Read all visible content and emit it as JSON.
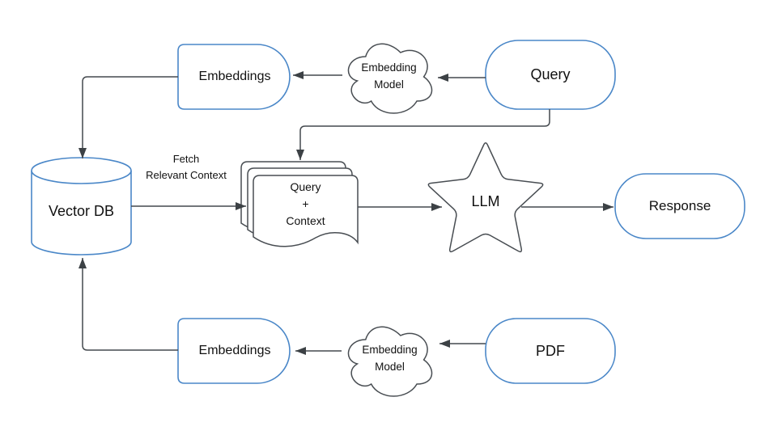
{
  "colors": {
    "background": "#ffffff",
    "node_border_blue": "#4a87c8",
    "shape_border_gray": "#484d52",
    "connector": "#44494e",
    "arrowhead": "#3c4145",
    "text": "#111111"
  },
  "nodes": {
    "embeddings_top": {
      "label": "Embeddings",
      "shape": "delay"
    },
    "embedding_model_top": {
      "line1": "Embedding",
      "line2": "Model",
      "shape": "cloud"
    },
    "query": {
      "label": "Query",
      "shape": "rounded-rectangle"
    },
    "vector_db": {
      "label": "Vector DB",
      "shape": "cylinder"
    },
    "query_context": {
      "line1": "Query",
      "line2": "+",
      "line3": "Context",
      "shape": "multi-document"
    },
    "llm": {
      "label": "LLM",
      "shape": "star"
    },
    "response": {
      "label": "Response",
      "shape": "rounded-rectangle"
    },
    "embeddings_bottom": {
      "label": "Embeddings",
      "shape": "delay"
    },
    "embedding_model_bottom": {
      "line1": "Embedding",
      "line2": "Model",
      "shape": "cloud"
    },
    "pdf": {
      "label": "PDF",
      "shape": "rounded-rectangle"
    }
  },
  "edge_labels": {
    "fetch_line1": "Fetch",
    "fetch_line2": "Relevant Context"
  },
  "edges": [
    {
      "from": "query",
      "to": "embedding_model_top"
    },
    {
      "from": "embedding_model_top",
      "to": "embeddings_top"
    },
    {
      "from": "embeddings_top",
      "to": "vector_db"
    },
    {
      "from": "query",
      "to": "query_context"
    },
    {
      "from": "vector_db",
      "to": "query_context",
      "label": "Fetch Relevant Context"
    },
    {
      "from": "query_context",
      "to": "llm"
    },
    {
      "from": "llm",
      "to": "response"
    },
    {
      "from": "pdf",
      "to": "embedding_model_bottom"
    },
    {
      "from": "embedding_model_bottom",
      "to": "embeddings_bottom"
    },
    {
      "from": "embeddings_bottom",
      "to": "vector_db"
    }
  ]
}
